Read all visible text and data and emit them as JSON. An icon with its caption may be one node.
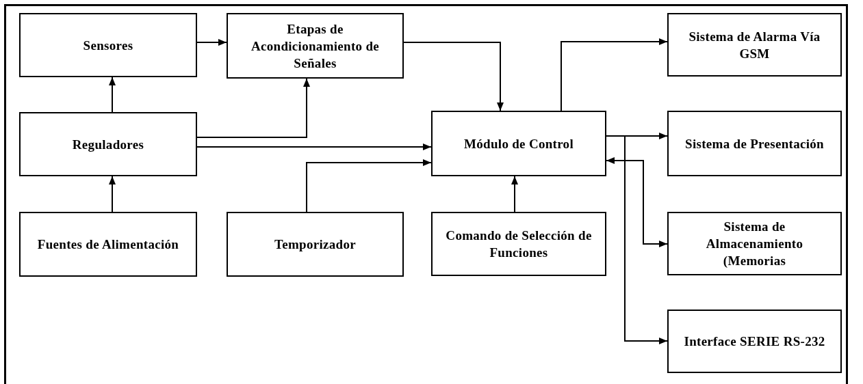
{
  "diagram": {
    "nodes": [
      {
        "text": [
          "Sensores"
        ]
      },
      {
        "text": [
          "Etapas de Acondicionamiento de Señales"
        ]
      },
      {
        "text": [
          "Sistema de Alarma Vía GSM"
        ]
      },
      {
        "text": [
          "Reguladores"
        ]
      },
      {
        "text": [
          "Módulo de Control"
        ]
      },
      {
        "text": [
          "Sistema de Presentación"
        ]
      },
      {
        "text": [
          "Fuentes de Alimentación"
        ]
      },
      {
        "text": [
          "Temporizador"
        ]
      },
      {
        "text": [
          "Comando de Selección de Funciones"
        ]
      },
      {
        "text": [
          "Sistema de Almacenamiento (Memorias"
        ]
      },
      {
        "text": [
          "Interface SERIE RS-232"
        ]
      }
    ],
    "edges": [
      {
        "from": 0,
        "to": 1,
        "arrow": "to"
      },
      {
        "from": 3,
        "to": 0,
        "arrow": "to"
      },
      {
        "from": 6,
        "to": 3,
        "arrow": "to"
      },
      {
        "from": 3,
        "to": 1,
        "arrow": "to"
      },
      {
        "from": 3,
        "to": 4,
        "arrow": "to"
      },
      {
        "from": 7,
        "to": 4,
        "arrow": "to"
      },
      {
        "from": 1,
        "to": 4,
        "arrow": "to"
      },
      {
        "from": 4,
        "to": 2,
        "arrow": "to"
      },
      {
        "from": 4,
        "to": 5,
        "arrow": "to"
      },
      {
        "from": 4,
        "to": 10,
        "arrow": "to"
      },
      {
        "from": 4,
        "to": 9,
        "arrow": "both"
      },
      {
        "from": 8,
        "to": 4,
        "arrow": "to"
      }
    ]
  }
}
